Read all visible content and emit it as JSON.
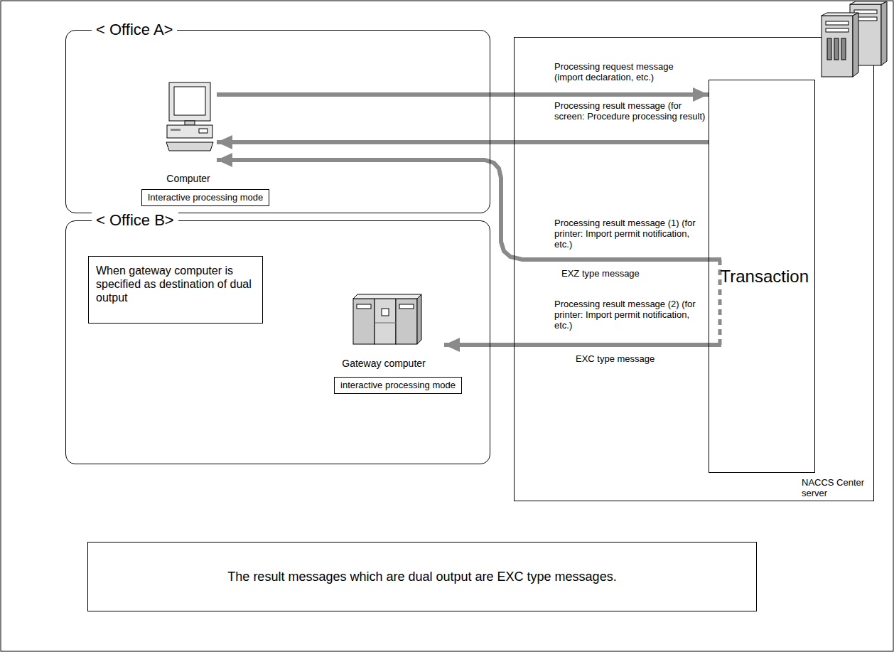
{
  "diagram": {
    "nodes": [
      {
        "text": [
          "< Office A>"
        ]
      },
      {
        "text": [
          "Computer"
        ],
        "in": 0
      },
      {
        "text": [
          "Interactive processing mode"
        ],
        "in": 0
      },
      {
        "text": [
          "< Office B>"
        ]
      },
      {
        "text": [
          "When gateway computer is specified as destination of dual output"
        ],
        "in": 3
      },
      {
        "text": [
          "Gateway computer"
        ],
        "in": 3
      },
      {
        "text": [
          "interactive processing mode"
        ],
        "in": 3
      },
      {
        "text": [
          "NACCS Center server"
        ]
      },
      {
        "text": [
          "Transaction"
        ],
        "in": 7
      },
      {
        "text": [
          "The result messages which are dual output are EXC type messages."
        ]
      }
    ],
    "edges": [
      {
        "from": 1,
        "to": 8,
        "arrow": "to",
        "label": "Processing request message (import declaration, etc.)"
      },
      {
        "from": 8,
        "to": 1,
        "arrow": "to",
        "label": "Processing result message (for screen: Procedure processing result)"
      },
      {
        "from": 8,
        "to": 1,
        "arrow": "to",
        "label": "Processing result message (1) (for printer: Import permit notification, etc.)"
      },
      {
        "from": 8,
        "to": 5,
        "arrow": "to",
        "label": "Processing result message (2) (for printer: Import permit notification, etc.)"
      }
    ],
    "labels": [
      "EXZ type message",
      "EXC type message"
    ]
  }
}
